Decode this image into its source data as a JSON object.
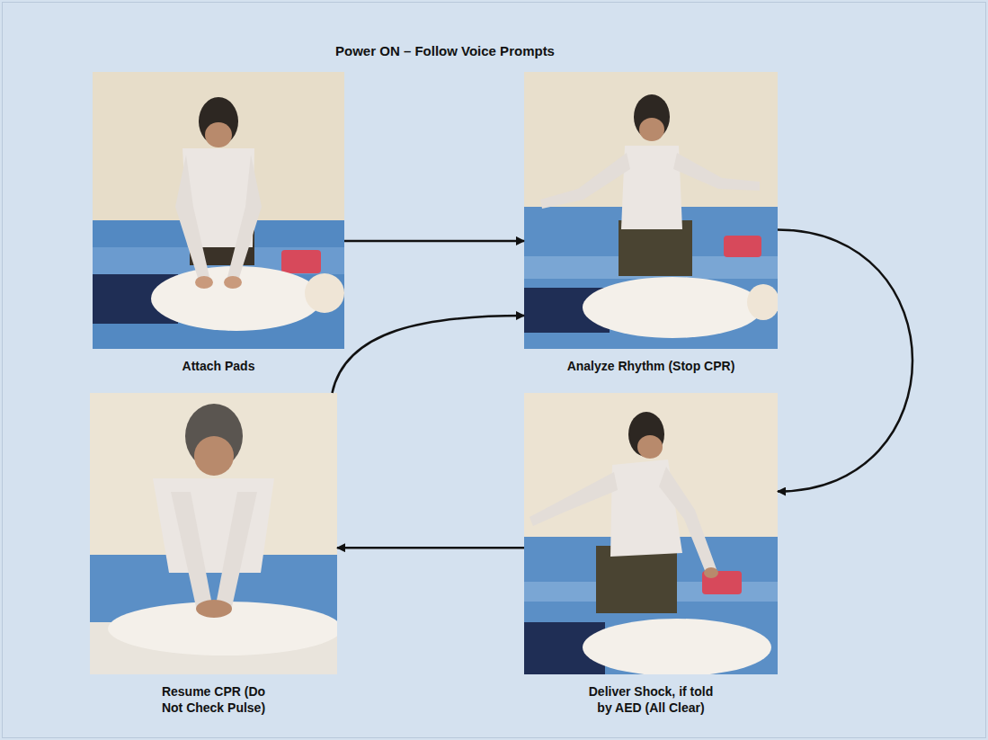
{
  "diagram": {
    "title": "Power ON – Follow Voice Prompts",
    "nodes": [
      {
        "text": [
          "Attach Pads"
        ]
      },
      {
        "text": [
          "Analyze Rhythm (Stop CPR)"
        ]
      },
      {
        "text": [
          "Deliver Shock, if told by AED (All Clear)"
        ]
      },
      {
        "text": [
          "Resume CPR (Do Not Check Pulse)"
        ]
      }
    ],
    "edges": [
      {
        "from": 0,
        "to": 1,
        "arrow": "to"
      },
      {
        "from": 1,
        "to": 2,
        "arrow": "to"
      },
      {
        "from": 2,
        "to": 3,
        "arrow": "to"
      },
      {
        "from": 3,
        "to": 1,
        "arrow": "to"
      }
    ]
  }
}
